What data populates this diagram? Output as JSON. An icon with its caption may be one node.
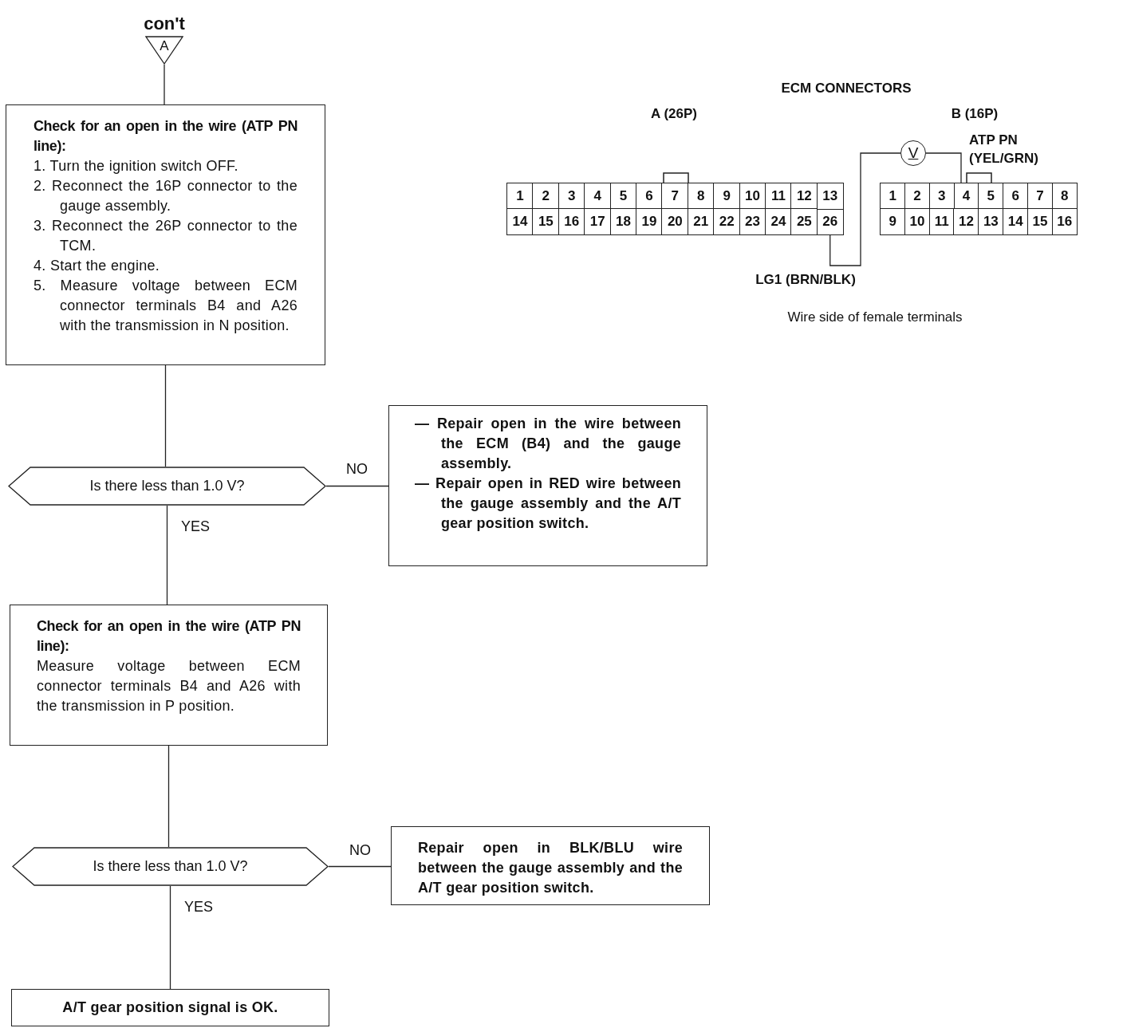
{
  "diagram": {
    "nodes": [
      {
        "text": [
          "A"
        ],
        "beside": [
          "con't"
        ]
      },
      {
        "text": [
          "Check for an open in the wire (ATP PN line):",
          "1. Turn the ignition switch OFF.",
          "2. Reconnect the 16P connector to the gauge assembly.",
          "3. Reconnect the 26P connector to the TCM.",
          "4. Start the engine.",
          "5. Measure voltage between ECM connector terminals B4 and A26 with the transmission in N position."
        ]
      },
      {
        "text": [
          "Is there less than 1.0 V?"
        ]
      },
      {
        "text": [
          "— Repair open in the wire between the ECM (B4) and the gauge assembly.",
          "— Repair open in RED wire between the gauge assembly and the A/T gear position switch."
        ]
      },
      {
        "text": [
          "Check for an open in the wire (ATP PN line):",
          "Measure voltage between ECM connector terminals B4 and A26 with the transmission in P position."
        ]
      },
      {
        "text": [
          "Is there less than 1.0 V?"
        ]
      },
      {
        "text": [
          "Repair open in BLK/BLU wire between the gauge assembly and the A/T gear position switch."
        ]
      },
      {
        "text": [
          "A/T gear position signal is OK."
        ]
      },
      {
        "text": [
          "V"
        ]
      },
      {
        "text": [
          "26"
        ]
      },
      {
        "text": [
          "4"
        ]
      }
    ],
    "edges": [
      {
        "from": 0,
        "to": 1,
        "arrow": "none"
      },
      {
        "from": 1,
        "to": 2,
        "arrow": "none"
      },
      {
        "from": 2,
        "to": 3,
        "arrow": "none",
        "label": "NO"
      },
      {
        "from": 2,
        "to": 4,
        "arrow": "none",
        "label": "YES"
      },
      {
        "from": 4,
        "to": 5,
        "arrow": "none"
      },
      {
        "from": 5,
        "to": 6,
        "arrow": "none",
        "label": "NO"
      },
      {
        "from": 5,
        "to": 7,
        "arrow": "none",
        "label": "YES"
      },
      {
        "from": 9,
        "to": 8,
        "arrow": "none"
      },
      {
        "from": 8,
        "to": 10,
        "arrow": "none"
      }
    ],
    "labels": [
      "ECM CONNECTORS",
      "A (26P)",
      "B (16P)",
      "ATP PN (YEL/GRN)",
      "1",
      "2",
      "3",
      "4",
      "5",
      "6",
      "7",
      "8",
      "9",
      "10",
      "11",
      "12",
      "13",
      "14",
      "15",
      "16",
      "17",
      "18",
      "19",
      "20",
      "21",
      "22",
      "23",
      "24",
      "25",
      "1",
      "2",
      "3",
      "5",
      "6",
      "7",
      "8",
      "9",
      "10",
      "11",
      "12",
      "13",
      "14",
      "15",
      "16",
      "LG1 (BRN/BLK)",
      "Wire side of female terminals"
    ]
  }
}
